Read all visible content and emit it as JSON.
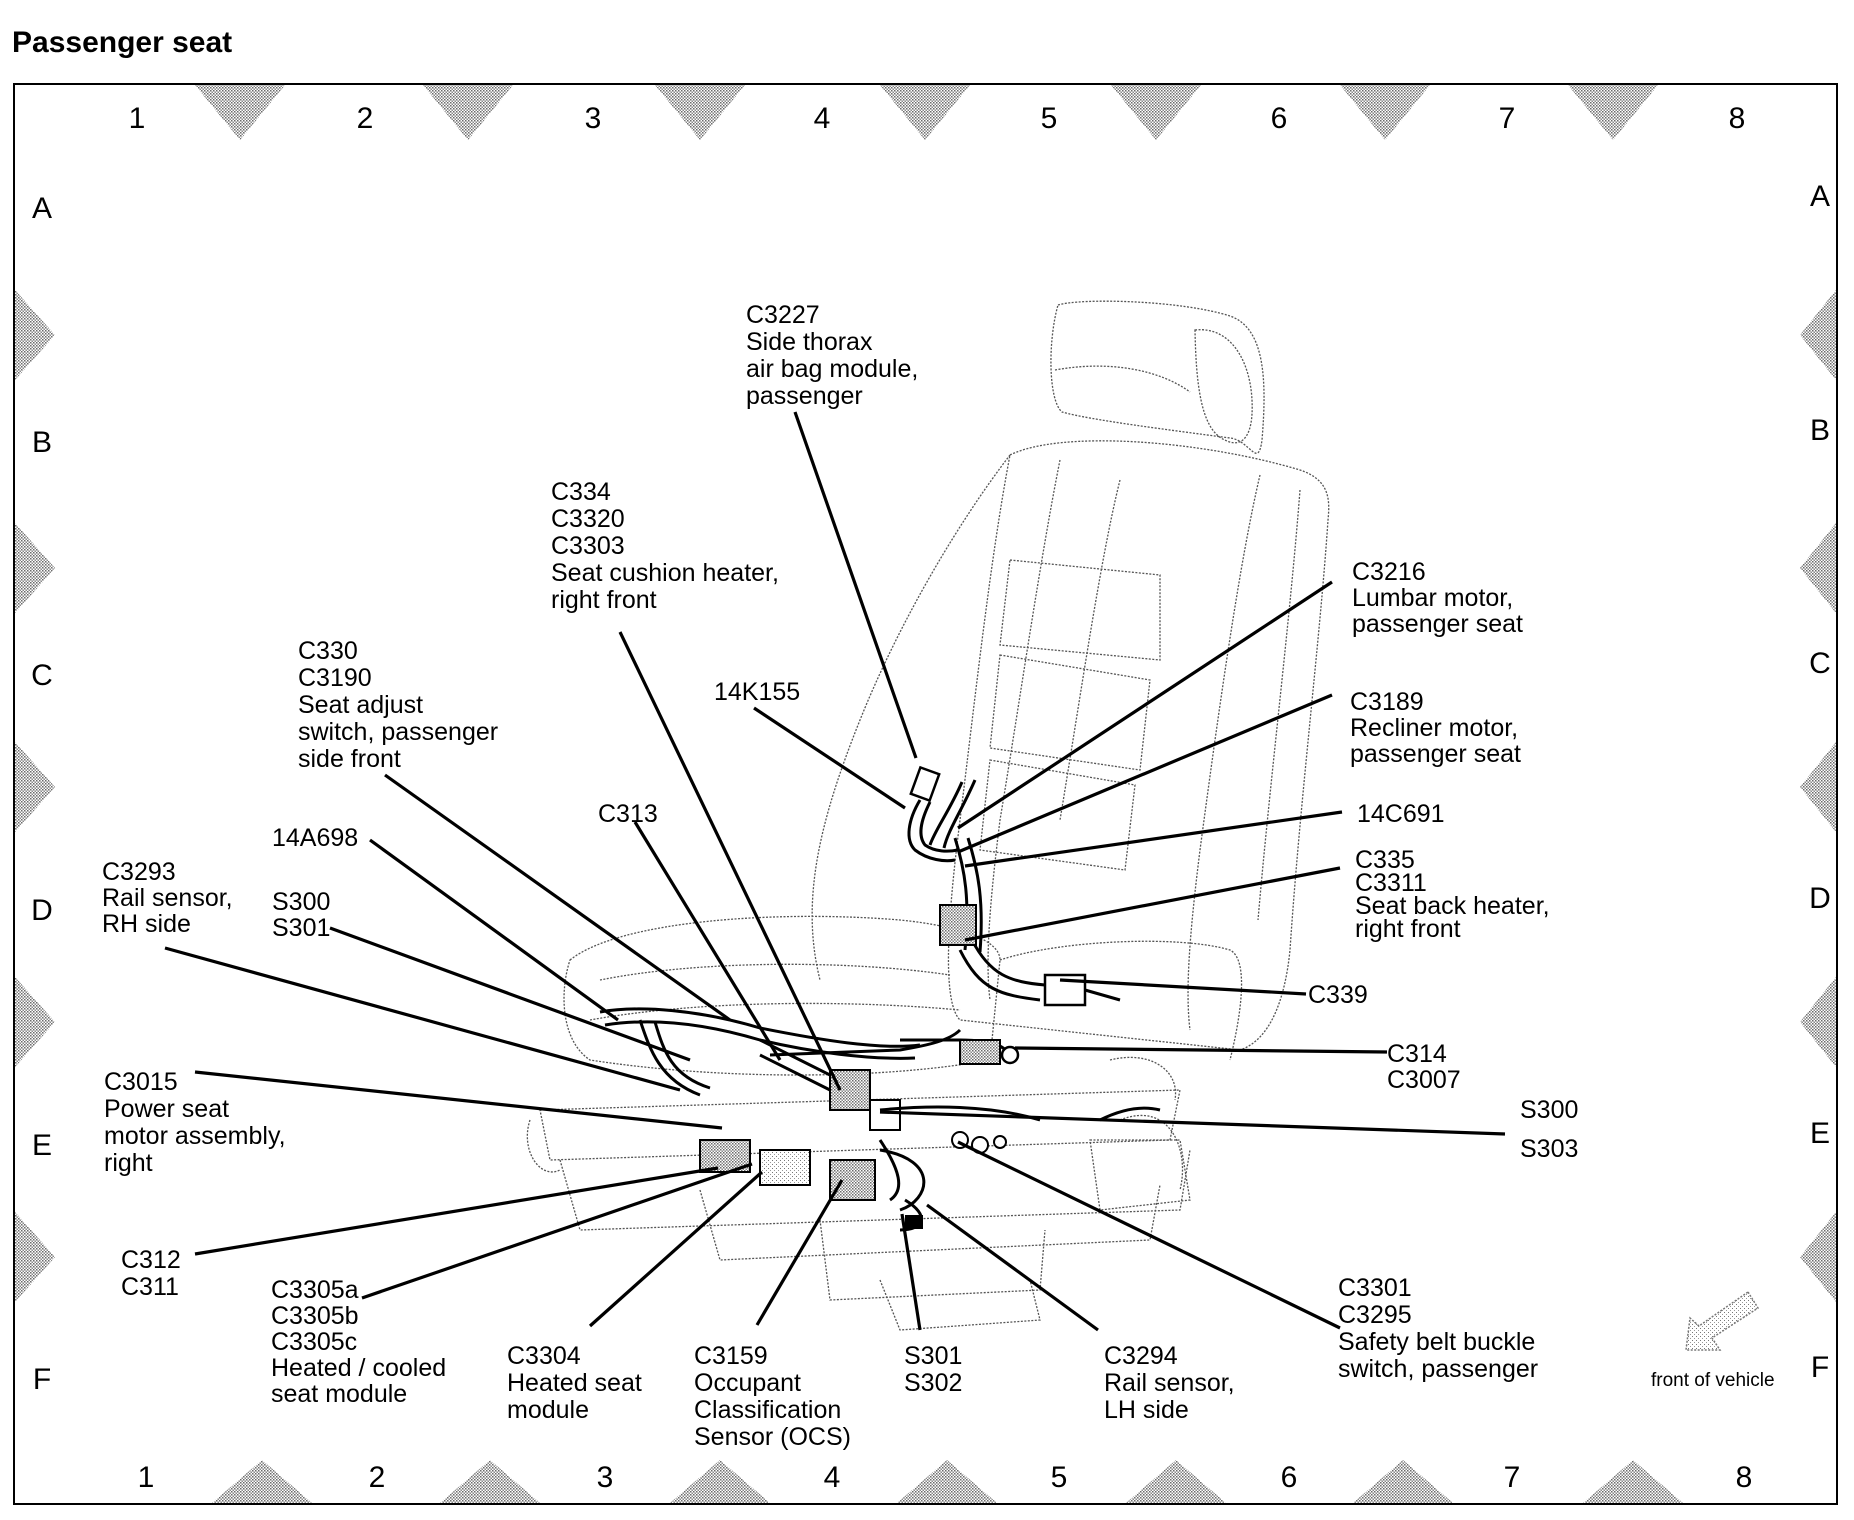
{
  "title": "Passenger seat",
  "grid": {
    "columns": [
      "1",
      "2",
      "3",
      "4",
      "5",
      "6",
      "7",
      "8"
    ],
    "rows": [
      "A",
      "B",
      "C",
      "D",
      "E",
      "F"
    ]
  },
  "orientation": {
    "label": "front of vehicle",
    "icon": "arrow-down-left-icon"
  },
  "callouts": [
    {
      "id": "c3227",
      "lines": [
        "C3227",
        "Side thorax",
        "air bag module,",
        "passenger"
      ]
    },
    {
      "id": "c334",
      "lines": [
        "C334",
        "C3320",
        "C3303",
        "Seat cushion heater,",
        "right front"
      ]
    },
    {
      "id": "c3216",
      "lines": [
        "C3216",
        "Lumbar motor,",
        "passenger seat"
      ]
    },
    {
      "id": "c330",
      "lines": [
        "C330",
        "C3190",
        "Seat adjust",
        "switch, passenger",
        "side front"
      ]
    },
    {
      "id": "14k155",
      "lines": [
        "14K155"
      ]
    },
    {
      "id": "c3189",
      "lines": [
        "C3189",
        "Recliner motor,",
        "passenger seat"
      ]
    },
    {
      "id": "c313",
      "lines": [
        "C313"
      ]
    },
    {
      "id": "14a698",
      "lines": [
        "14A698"
      ]
    },
    {
      "id": "14c691",
      "lines": [
        "14C691"
      ]
    },
    {
      "id": "c3293",
      "lines": [
        "C3293",
        "Rail sensor,",
        "RH side"
      ]
    },
    {
      "id": "s300a",
      "lines": [
        "S300",
        "S301"
      ]
    },
    {
      "id": "c335",
      "lines": [
        "C335",
        "C3311",
        "Seat back heater,",
        "right front"
      ]
    },
    {
      "id": "c339",
      "lines": [
        "C339"
      ]
    },
    {
      "id": "c314",
      "lines": [
        "C314",
        "C3007"
      ]
    },
    {
      "id": "c3015",
      "lines": [
        "C3015",
        "Power seat",
        "motor assembly,",
        "right"
      ]
    },
    {
      "id": "s300b",
      "lines": [
        "S300"
      ]
    },
    {
      "id": "s303",
      "lines": [
        "S303"
      ]
    },
    {
      "id": "c312",
      "lines": [
        "C312",
        "C311"
      ]
    },
    {
      "id": "c3305",
      "lines": [
        "C3305a",
        "C3305b",
        "C3305c",
        "Heated / cooled",
        "seat module"
      ]
    },
    {
      "id": "c3304",
      "lines": [
        "C3304",
        "Heated seat",
        "module"
      ]
    },
    {
      "id": "c3159",
      "lines": [
        "C3159",
        "Occupant",
        "Classification",
        "Sensor (OCS)"
      ]
    },
    {
      "id": "s301",
      "lines": [
        "S301",
        "S302"
      ]
    },
    {
      "id": "c3294",
      "lines": [
        "C3294",
        "Rail sensor,",
        "LH side"
      ]
    },
    {
      "id": "c3301",
      "lines": [
        "C3301",
        "C3295",
        "Safety belt buckle",
        "switch, passenger"
      ]
    }
  ]
}
